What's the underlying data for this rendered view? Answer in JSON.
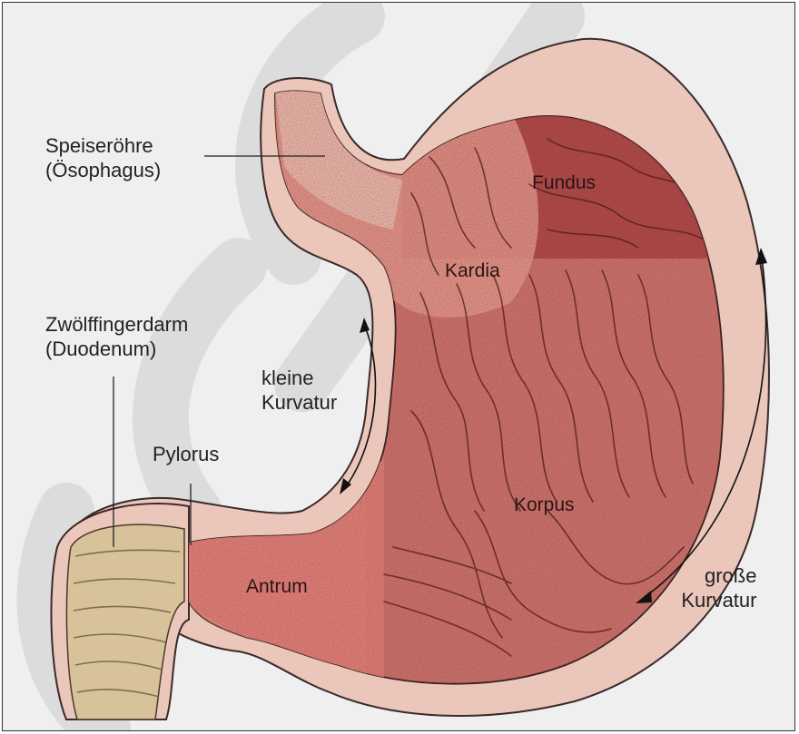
{
  "labels": {
    "esophagus": {
      "line1": "Speiseröhre",
      "line2": "(Ösophagus)"
    },
    "duodenum": {
      "line1": "Zwölffingerdarm",
      "line2": "(Duodenum)"
    },
    "lesser_curvature": {
      "line1": "kleine",
      "line2": "Kurvatur"
    },
    "pylorus": "Pylorus",
    "fundus": "Fundus",
    "cardia": "Kardia",
    "body": "Korpus",
    "antrum": "Antrum",
    "greater_curvature": {
      "line1": "große",
      "line2": "Kurvatur"
    }
  },
  "colors": {
    "background": "#efefef",
    "stomach_wall": "#e9c3b8",
    "stomach_interior": "#c86a64",
    "fundus_region": "#a8403e",
    "cardia_region": "#e08a80",
    "antrum_region": "#d8706a",
    "duodenum_interior": "#d6c298",
    "watermark": "#d3d3d3"
  }
}
